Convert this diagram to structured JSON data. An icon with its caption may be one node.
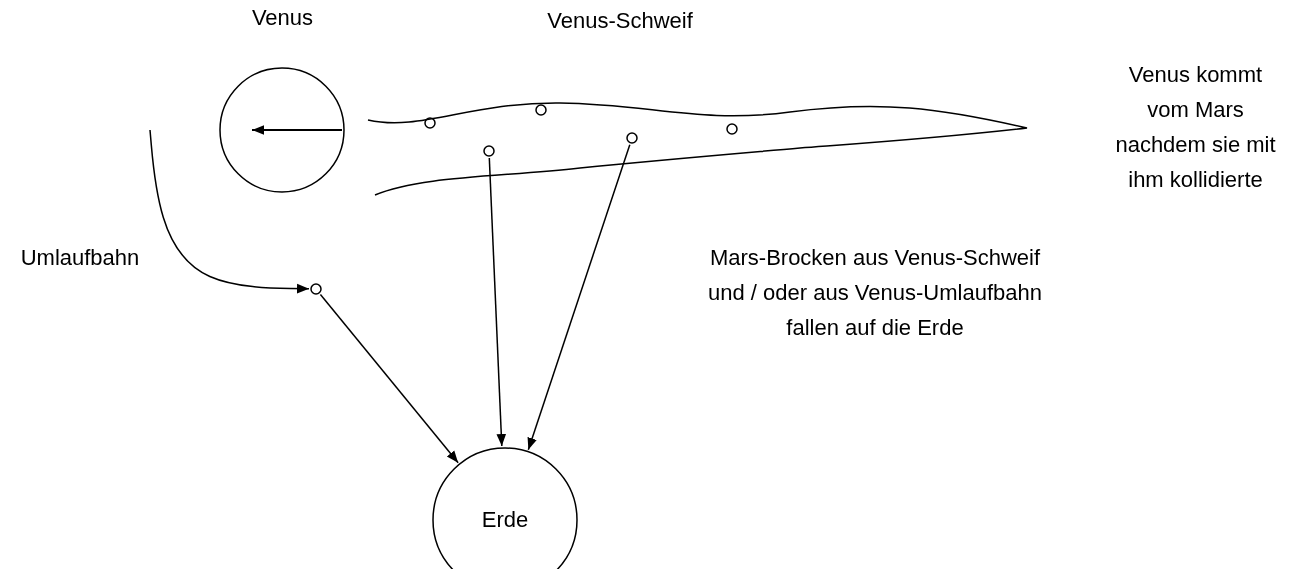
{
  "diagram": {
    "nodes": [
      {
        "text": [
          "Venus"
        ]
      },
      {
        "text": [
          "Venus-Schweif"
        ]
      },
      {
        "text": [],
        "shape": "circle",
        "in": 1
      },
      {
        "text": [],
        "shape": "circle",
        "in": 1
      },
      {
        "text": [],
        "shape": "circle",
        "in": 1
      },
      {
        "text": [],
        "shape": "circle",
        "in": 1
      },
      {
        "text": [],
        "shape": "circle",
        "in": 1
      },
      {
        "text": [],
        "shape": "circle"
      },
      {
        "text": [
          "Erde"
        ]
      }
    ],
    "edges": [
      {
        "from": null,
        "to": 7,
        "arrow": "to"
      },
      {
        "from": 7,
        "to": 8,
        "arrow": "to"
      },
      {
        "from": 3,
        "to": 8,
        "arrow": "to"
      },
      {
        "from": 5,
        "to": 8,
        "arrow": "to"
      }
    ],
    "labels": [
      "Umlaufbahn",
      "Venus kommt vom Mars nachdem sie mit ihm kollidierte",
      "Mars-Brocken aus Venus-Schweif und / oder aus Venus-Umlaufbahn fallen auf die Erde"
    ]
  }
}
